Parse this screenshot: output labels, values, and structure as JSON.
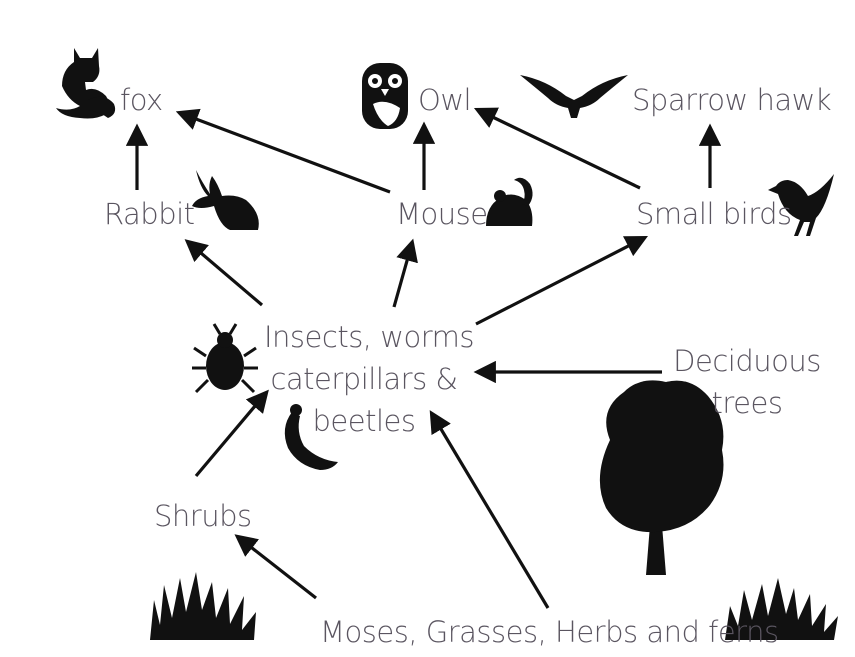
{
  "nodes": {
    "fox": "fox",
    "owl": "Owl",
    "sparrow_hawk": "Sparrow hawk",
    "rabbit": "Rabbit",
    "mouse": "Mouse",
    "small_birds": "Small birds",
    "insects": [
      "Insects, worms",
      "caterpillars &",
      "beetles"
    ],
    "deciduous_trees": [
      "Deciduous",
      "trees"
    ],
    "shrubs": "Shrubs",
    "producers": "Moses, Grasses, Herbs and ferns"
  },
  "edges": [
    {
      "from": "rabbit",
      "to": "fox"
    },
    {
      "from": "mouse",
      "to": "fox"
    },
    {
      "from": "mouse",
      "to": "owl"
    },
    {
      "from": "small_birds",
      "to": "owl"
    },
    {
      "from": "small_birds",
      "to": "sparrow_hawk"
    },
    {
      "from": "insects",
      "to": "rabbit"
    },
    {
      "from": "insects",
      "to": "mouse"
    },
    {
      "from": "insects",
      "to": "small_birds"
    },
    {
      "from": "deciduous_trees",
      "to": "insects"
    },
    {
      "from": "shrubs",
      "to": "insects"
    },
    {
      "from": "producers",
      "to": "shrubs"
    },
    {
      "from": "producers",
      "to": "insects"
    }
  ],
  "icons": [
    "fox-icon",
    "owl-icon",
    "hawk-icon",
    "rabbit-icon",
    "mouse-icon",
    "bird-icon",
    "beetle-icon",
    "caterpillar-icon",
    "tree-icon",
    "grass-icon"
  ],
  "colors": {
    "text": "#5a5560",
    "arrow": "#111111",
    "icon": "#111111"
  }
}
